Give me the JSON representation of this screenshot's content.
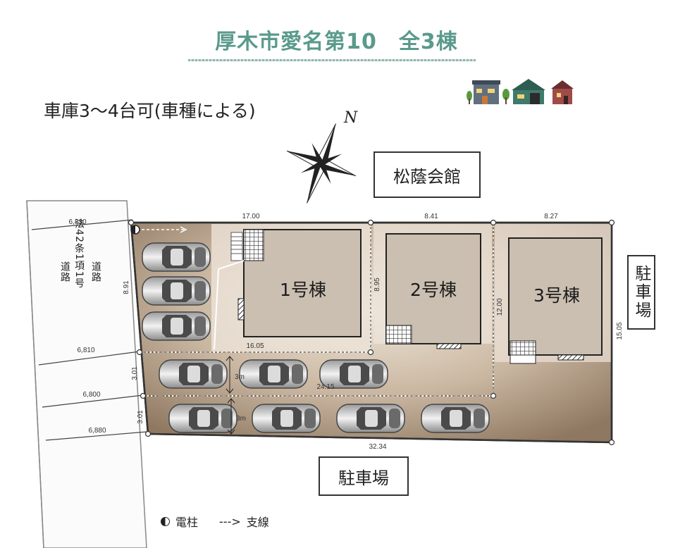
{
  "title": "厚木市愛名第10　全3棟",
  "parking_note": "車庫3〜4台可(車種による)",
  "north_label": "N",
  "labels": {
    "community_hall": "松蔭会館",
    "parking_bottom": "駐車場",
    "parking_right": "駐車場",
    "road_col1": "法42条1項1号",
    "road_col2": "道路",
    "road_col3": "道路"
  },
  "buildings": [
    {
      "label": "1号棟"
    },
    {
      "label": "2号棟"
    },
    {
      "label": "3号棟"
    }
  ],
  "dimensions": {
    "road_w1": "6,830",
    "road_w2": "6,810",
    "road_w3": "6,800",
    "road_w4": "6,880",
    "top_lot1": "17.00",
    "top_lot2": "8.41",
    "top_lot3": "8.27",
    "lot1_left": "8.91",
    "lot1_inner_bottom": "16.05",
    "lot1_right": "8.95",
    "lot3_left": "12.00",
    "right_side": "15.05",
    "drive1": "3.01",
    "drive2": "3.01",
    "drive_width1": "3m",
    "drive_width2": "3m",
    "drive_length": "24.15",
    "bottom": "32.34"
  },
  "legend": {
    "pole": "電柱",
    "wire_arrow": "--->",
    "wire": "支線"
  },
  "colors": {
    "title": "#5a9a8c",
    "lot": "#a8917a",
    "lot_light": "#e7dccd",
    "boundary": "#333333"
  },
  "icons": [
    "house-icon",
    "tree-icon",
    "car-icon",
    "compass-icon",
    "utility-pole-icon",
    "stairs-icon"
  ]
}
